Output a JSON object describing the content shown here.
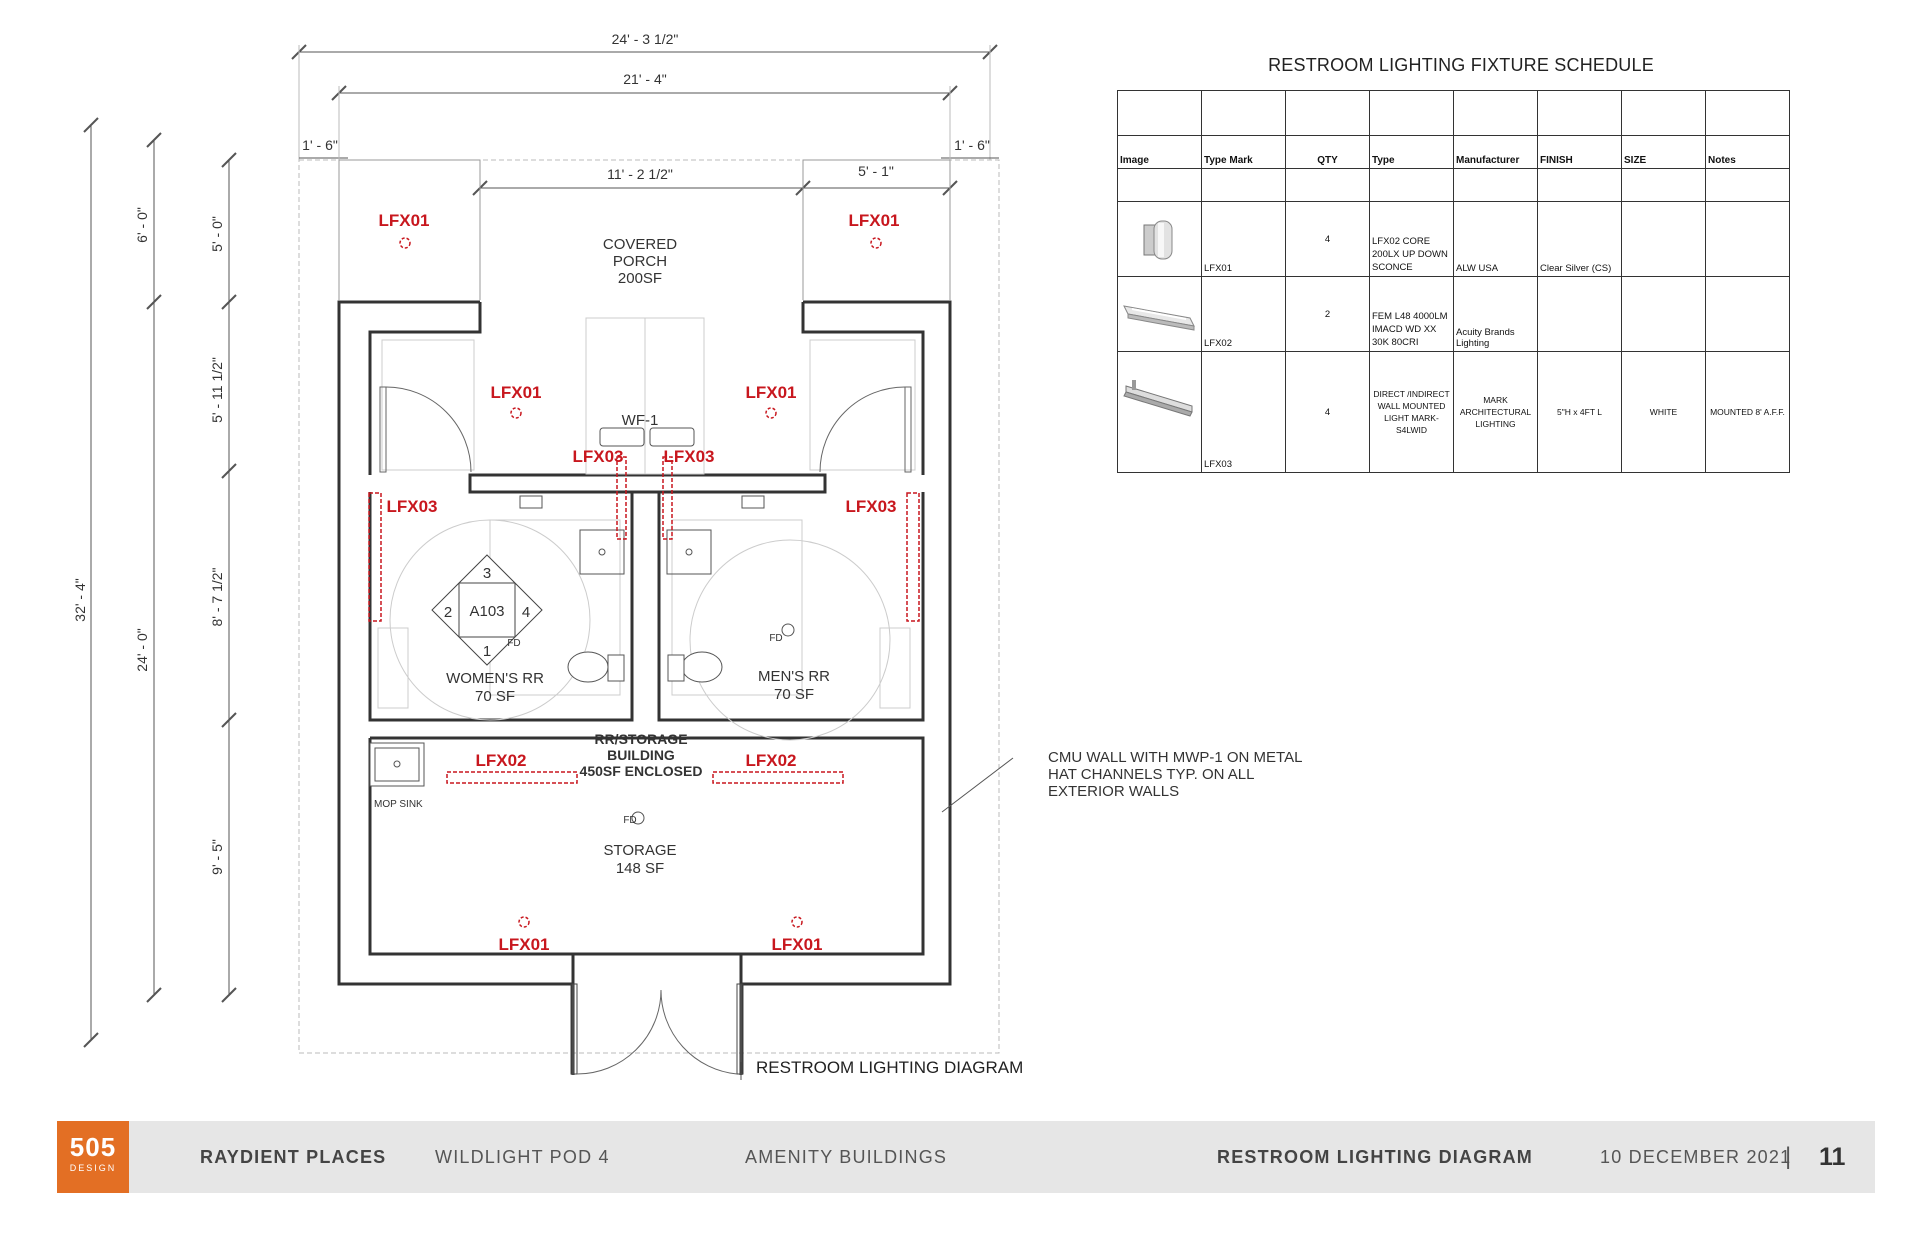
{
  "diagram": {
    "dimensions": {
      "overall_width": "24' - 3 1/2\"",
      "inner_width": "21' - 4\"",
      "left_offset": "1' - 6\"",
      "right_offset": "1' - 6\"",
      "porch_width": "11' - 2 1/2\"",
      "porch_side": "5' - 1\"",
      "overall_depth": "32' - 4\"",
      "building_depth": "24' - 0\"",
      "porch_depth": "6' - 0\"",
      "seg1": "5' - 0\"",
      "seg2": "5' - 11 1/2\"",
      "seg3": "8' - 7 1/2\"",
      "seg4": "9' - 5\""
    },
    "rooms": {
      "porch_name": "COVERED",
      "porch_name2": "PORCH",
      "porch_area": "200SF",
      "womens_name": "WOMEN'S RR",
      "womens_area": "70 SF",
      "mens_name": "MEN'S RR",
      "mens_area": "70 SF",
      "building_line1": "RR/STORAGE",
      "building_line2": "BUILDING",
      "building_line3": "450SF ENCLOSED",
      "storage_name": "STORAGE",
      "storage_area": "148 SF",
      "mop_sink": "MOP SINK",
      "water_fountain": "WF-1",
      "floor_drain": "FD",
      "tag_center": "A103",
      "tag_1": "1",
      "tag_2": "2",
      "tag_3": "3",
      "tag_4": "4"
    },
    "fixtures": {
      "lfx01": "LFX01",
      "lfx02": "LFX02",
      "lfx03": "LFX03"
    },
    "note": {
      "line1": "CMU WALL WITH MWP-1 ON METAL",
      "line2": "HAT CHANNELS TYP. ON ALL",
      "line3": "EXTERIOR WALLS"
    },
    "caption": "RESTROOM LIGHTING DIAGRAM",
    "colors": {
      "fixture_red": "#c8171e",
      "line": "#333333",
      "light_line": "#bbbbbb"
    }
  },
  "schedule": {
    "title": "RESTROOM LIGHTING FIXTURE SCHEDULE",
    "headers": [
      "Image",
      "Type Mark",
      "QTY",
      "Type",
      "Manufacturer",
      "FINISH",
      "SIZE",
      "Notes"
    ],
    "rows": [
      {
        "image": "wall-sconce-image",
        "type_mark": "LFX01",
        "qty": "4",
        "type": "LFX02 CORE 200LX UP DOWN SCONCE",
        "manufacturer": "ALW USA",
        "finish": "Clear Silver (CS)",
        "size": "",
        "notes": ""
      },
      {
        "image": "linear-fixture-image",
        "type_mark": "LFX02",
        "qty": "2",
        "type": "FEM L48 4000LM IMACD WD XX 30K 80CRI",
        "manufacturer": "Acuity Brands Lighting",
        "finish": "",
        "size": "",
        "notes": ""
      },
      {
        "image": "wall-mounted-linear-image",
        "type_mark": "LFX03",
        "qty": "4",
        "type": "DIRECT /INDIRECT WALL MOUNTED LIGHT MARK- S4LWID",
        "manufacturer": "MARK ARCHITECTURAL LIGHTING",
        "finish": "5\"H x 4FT L",
        "size": "WHITE",
        "notes": "MOUNTED 8' A.F.F."
      }
    ]
  },
  "footer": {
    "logo_number": "505",
    "logo_text": "DESIGN",
    "client": "RAYDIENT PLACES",
    "project": "WILDLIGHT POD 4",
    "section": "AMENITY BUILDINGS",
    "sheet_title": "RESTROOM LIGHTING DIAGRAM",
    "date": "10 DECEMBER 2021",
    "separator": "|",
    "page": "11",
    "colors": {
      "logo_bg": "#e36f24",
      "bar_bg": "#e6e6e6"
    }
  }
}
